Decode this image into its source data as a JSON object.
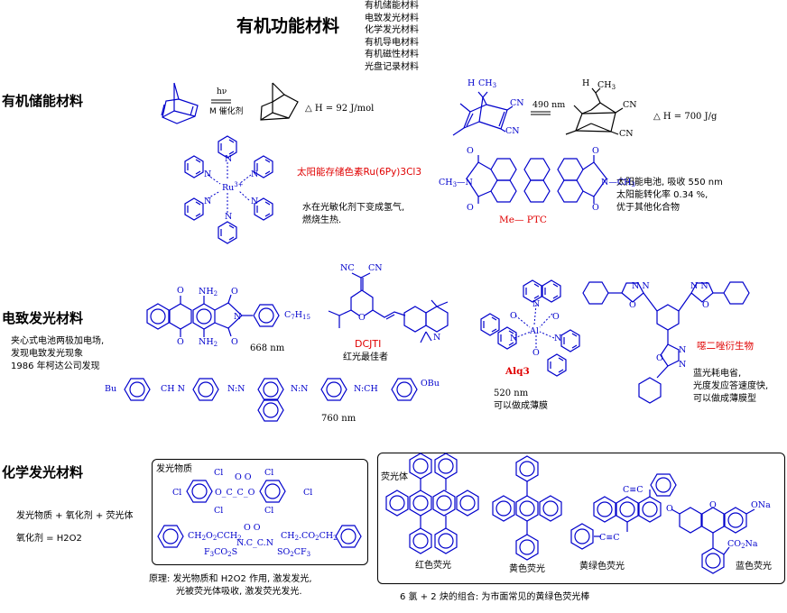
{
  "header": {
    "title": "有机功能材料",
    "toc": [
      "有机储能材料",
      "电致发光材料",
      "化学发光材料",
      "有机导电材料",
      "有机磁性材料",
      "光盘记录材料"
    ]
  },
  "colors": {
    "structure": "#0000cc",
    "highlight": "#e00000",
    "text": "#000000"
  },
  "storage": {
    "heading": "有机储能材料",
    "reaction1": {
      "arrow_top": "hν",
      "arrow_bottom": "M 催化剂",
      "enthalpy": "△ H = 92 J/mol"
    },
    "reaction2": {
      "arrow_top": "490 nm",
      "enthalpy": "△ H = 700 J/g",
      "labels": {
        "h": "H",
        "ch3": "CH3",
        "cn": "CN"
      }
    },
    "ru_complex": {
      "name": "太阳能存储色素Ru(6Py)3Cl3",
      "center": "Ru",
      "charge": "3+",
      "ligand_atom": "N",
      "description": [
        "水在光敏化剂下变成氢气,",
        "燃烧生热."
      ]
    },
    "ptc": {
      "name": "Me— PTC",
      "left_group": "CH3—N",
      "right_group": "N—CH3",
      "o": "O",
      "description": [
        "太阳能电池, 吸收 550 nm",
        "太阳能转化率 0.34 %,",
        "优于其他化合物"
      ]
    }
  },
  "electroluminescence": {
    "heading": "电致发光材料",
    "description": [
      "夹心式电池两极加电场,",
      "发现电致发光现象",
      "1986 年柯达公司发现"
    ],
    "anthraquinone": {
      "wavelength": "668 nm",
      "nh2": "NH2",
      "o": "O",
      "n": "N",
      "substituent": "C7H15"
    },
    "dcjti": {
      "name": "DCJTI",
      "note": "红光最佳者",
      "nc": "NC",
      "cn": "CN",
      "o": "O",
      "n": "N"
    },
    "alq3": {
      "name": "Alq3",
      "center": "Al",
      "wavelength": "520 nm",
      "note": "可以做成薄膜"
    },
    "oxadiazole": {
      "name": "噁二唑衍生物",
      "description": [
        "蓝光耗电省,",
        "光度发应答速度快,",
        "可以做成薄膜型"
      ]
    },
    "azo_dye": {
      "wavelength": "760 nm",
      "groups": [
        "Bu",
        "CH N",
        "N:N",
        "N:N",
        "N:CH",
        "OBu"
      ]
    }
  },
  "chemiluminescence": {
    "heading": "化学发光材料",
    "formula1": "发光物质 + 氧化剂 + 荧光体",
    "formula2": "氧化剂 = H2O2",
    "luminescent_box": {
      "label": "发光物质",
      "row2": {
        "left": "CH2O2CCH2",
        "right": "CH2.CO2CH2",
        "n_left": "N",
        "n_right": "N",
        "s_left": "F3CO2S",
        "s_right": "SO2CF3"
      }
    },
    "principle": [
      "原理: 发光物质和 H2O2 作用, 激发发光,",
      "光被荧光体吸收, 激发荧光发光."
    ],
    "fluor_box": {
      "label": "荧光体",
      "items": [
        {
          "caption": "红色荧光"
        },
        {
          "caption": "黄色荧光"
        },
        {
          "caption": "黄绿色荧光",
          "alkyne": "C≡C"
        },
        {
          "caption": "蓝色荧光",
          "ona": "ONa",
          "co2na": "CO2Na",
          "o": "O"
        }
      ]
    },
    "footnote": "6 氯 + 2 炔的组合: 为市面常见的黄绿色荧光棒"
  }
}
